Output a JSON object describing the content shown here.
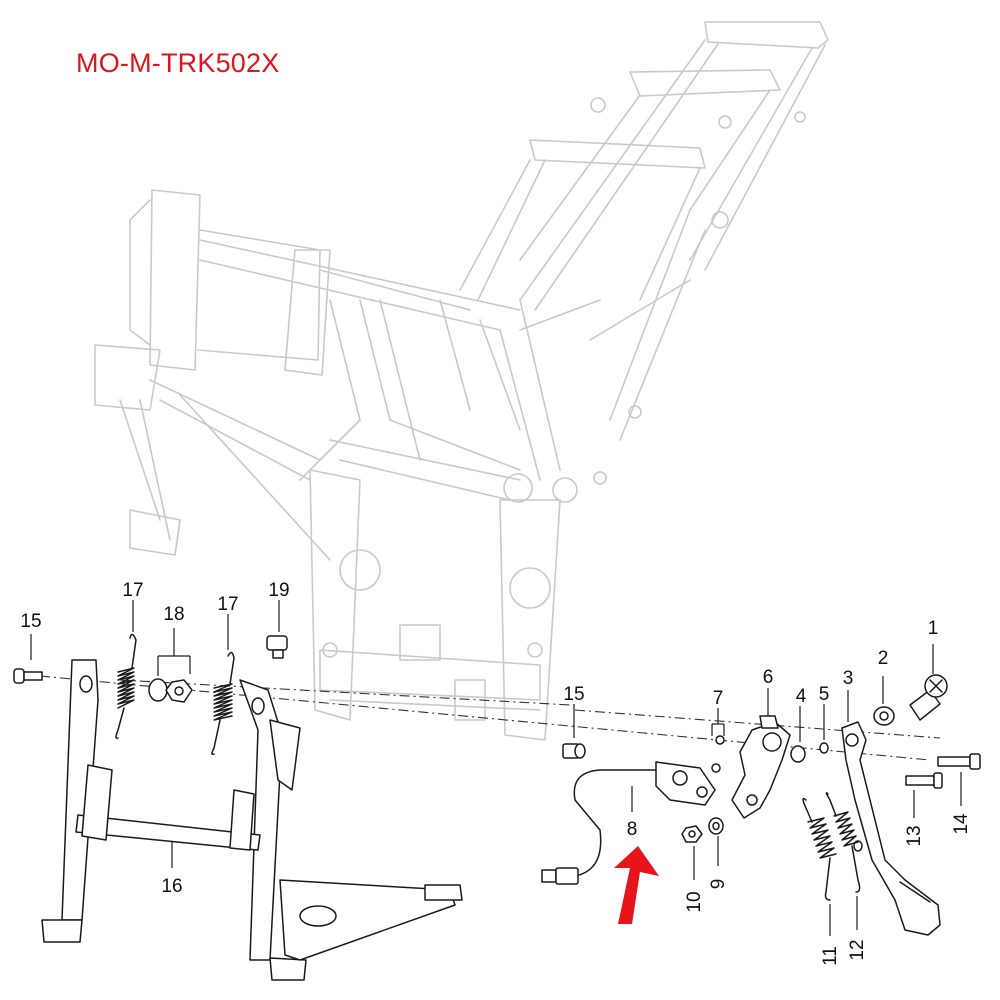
{
  "diagram": {
    "title": "MO-M-TRK502X",
    "title_color": "#e0141e",
    "arrow_color": "#e8141c",
    "callouts": [
      {
        "id": "c1",
        "label": "1"
      },
      {
        "id": "c2",
        "label": "2"
      },
      {
        "id": "c3",
        "label": "3"
      },
      {
        "id": "c4",
        "label": "4"
      },
      {
        "id": "c5",
        "label": "5"
      },
      {
        "id": "c6",
        "label": "6"
      },
      {
        "id": "c7",
        "label": "7"
      },
      {
        "id": "c8",
        "label": "8"
      },
      {
        "id": "c9",
        "label": "9"
      },
      {
        "id": "c10",
        "label": "10"
      },
      {
        "id": "c11",
        "label": "11"
      },
      {
        "id": "c12",
        "label": "12"
      },
      {
        "id": "c13",
        "label": "13"
      },
      {
        "id": "c14",
        "label": "14"
      },
      {
        "id": "c15a",
        "label": "15"
      },
      {
        "id": "c15b",
        "label": "15"
      },
      {
        "id": "c16",
        "label": "16"
      },
      {
        "id": "c17a",
        "label": "17"
      },
      {
        "id": "c17b",
        "label": "17"
      },
      {
        "id": "c18",
        "label": "18"
      },
      {
        "id": "c19",
        "label": "19"
      }
    ]
  }
}
